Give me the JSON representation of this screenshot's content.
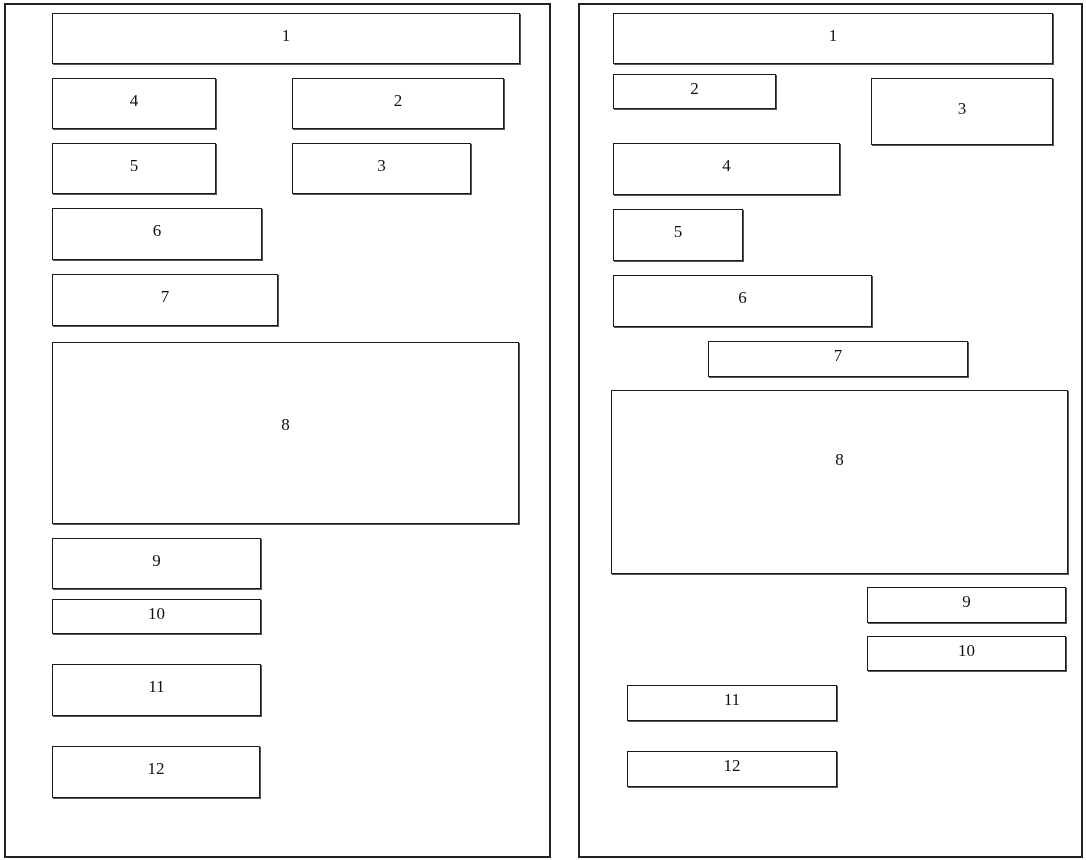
{
  "left_panel": {
    "boxes": [
      "1",
      "4",
      "2",
      "5",
      "3",
      "6",
      "7",
      "8",
      "9",
      "10",
      "11",
      "12"
    ]
  },
  "right_panel": {
    "boxes": [
      "1",
      "2",
      "3",
      "4",
      "5",
      "6",
      "7",
      "8",
      "9",
      "10",
      "11",
      "12"
    ]
  },
  "colors": {
    "line": "#1a1a1a",
    "background": "#ffffff"
  }
}
